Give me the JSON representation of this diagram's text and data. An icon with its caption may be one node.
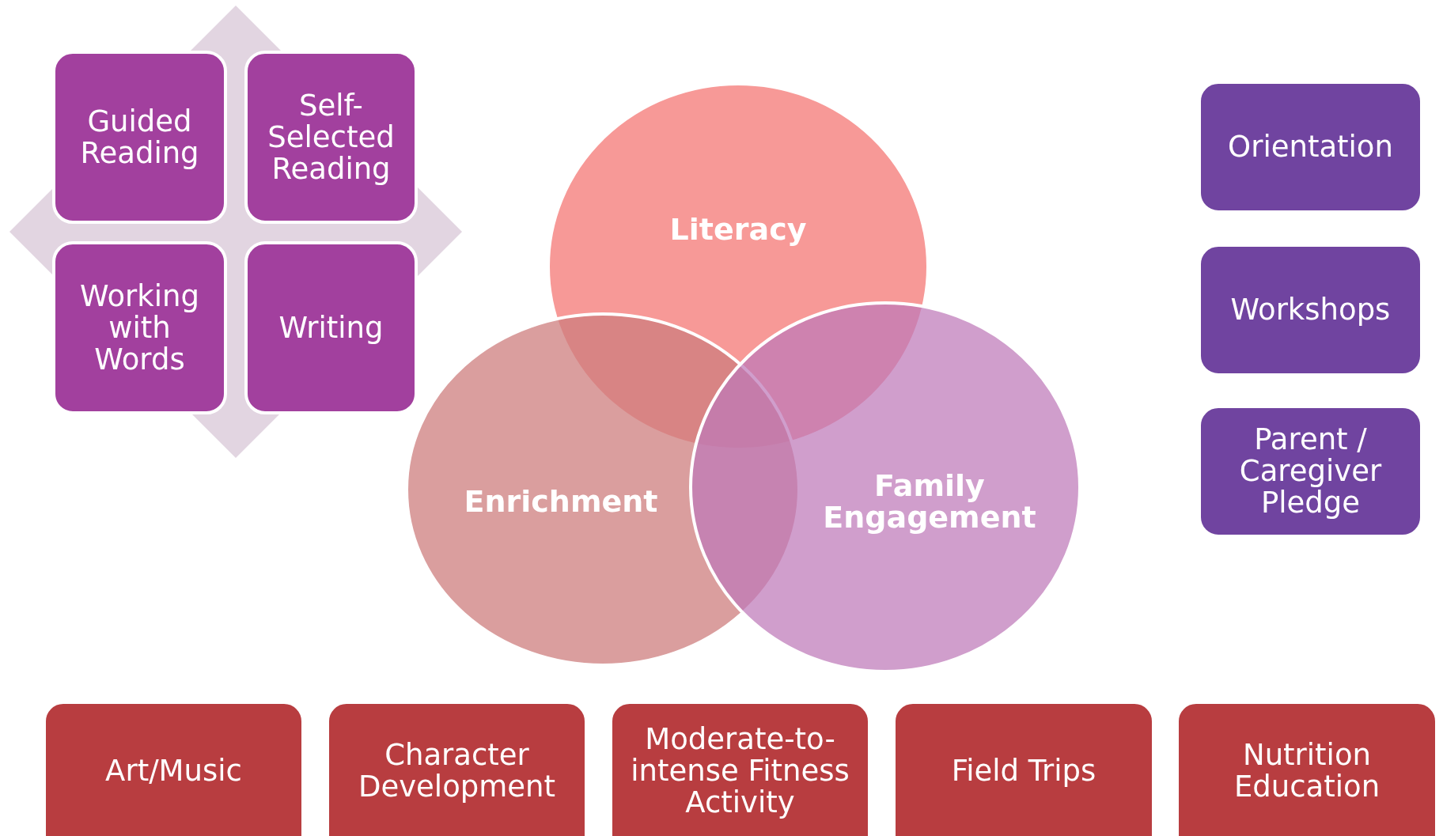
{
  "diagram": {
    "nodes": [
      {
        "text": [
          "Guided Reading"
        ]
      },
      {
        "text": [
          "Self-Selected Reading"
        ]
      },
      {
        "text": [
          "Working with Words"
        ]
      },
      {
        "text": [
          "Writing"
        ]
      },
      {
        "text": [
          "Literacy"
        ]
      },
      {
        "text": [
          "Orientation"
        ]
      },
      {
        "text": [
          "Workshops"
        ]
      },
      {
        "text": [
          "Enrichment"
        ]
      },
      {
        "text": [
          "Family Engagement"
        ]
      },
      {
        "text": [
          "Parent / Caregiver Pledge"
        ]
      },
      {
        "text": [
          "Art/Music"
        ]
      },
      {
        "text": [
          "Character Development"
        ]
      },
      {
        "text": [
          "Moderate-to-intense Fitness Activity"
        ]
      },
      {
        "text": [
          "Field Trips"
        ]
      },
      {
        "text": [
          "Nutrition Education"
        ]
      }
    ],
    "edges": []
  }
}
